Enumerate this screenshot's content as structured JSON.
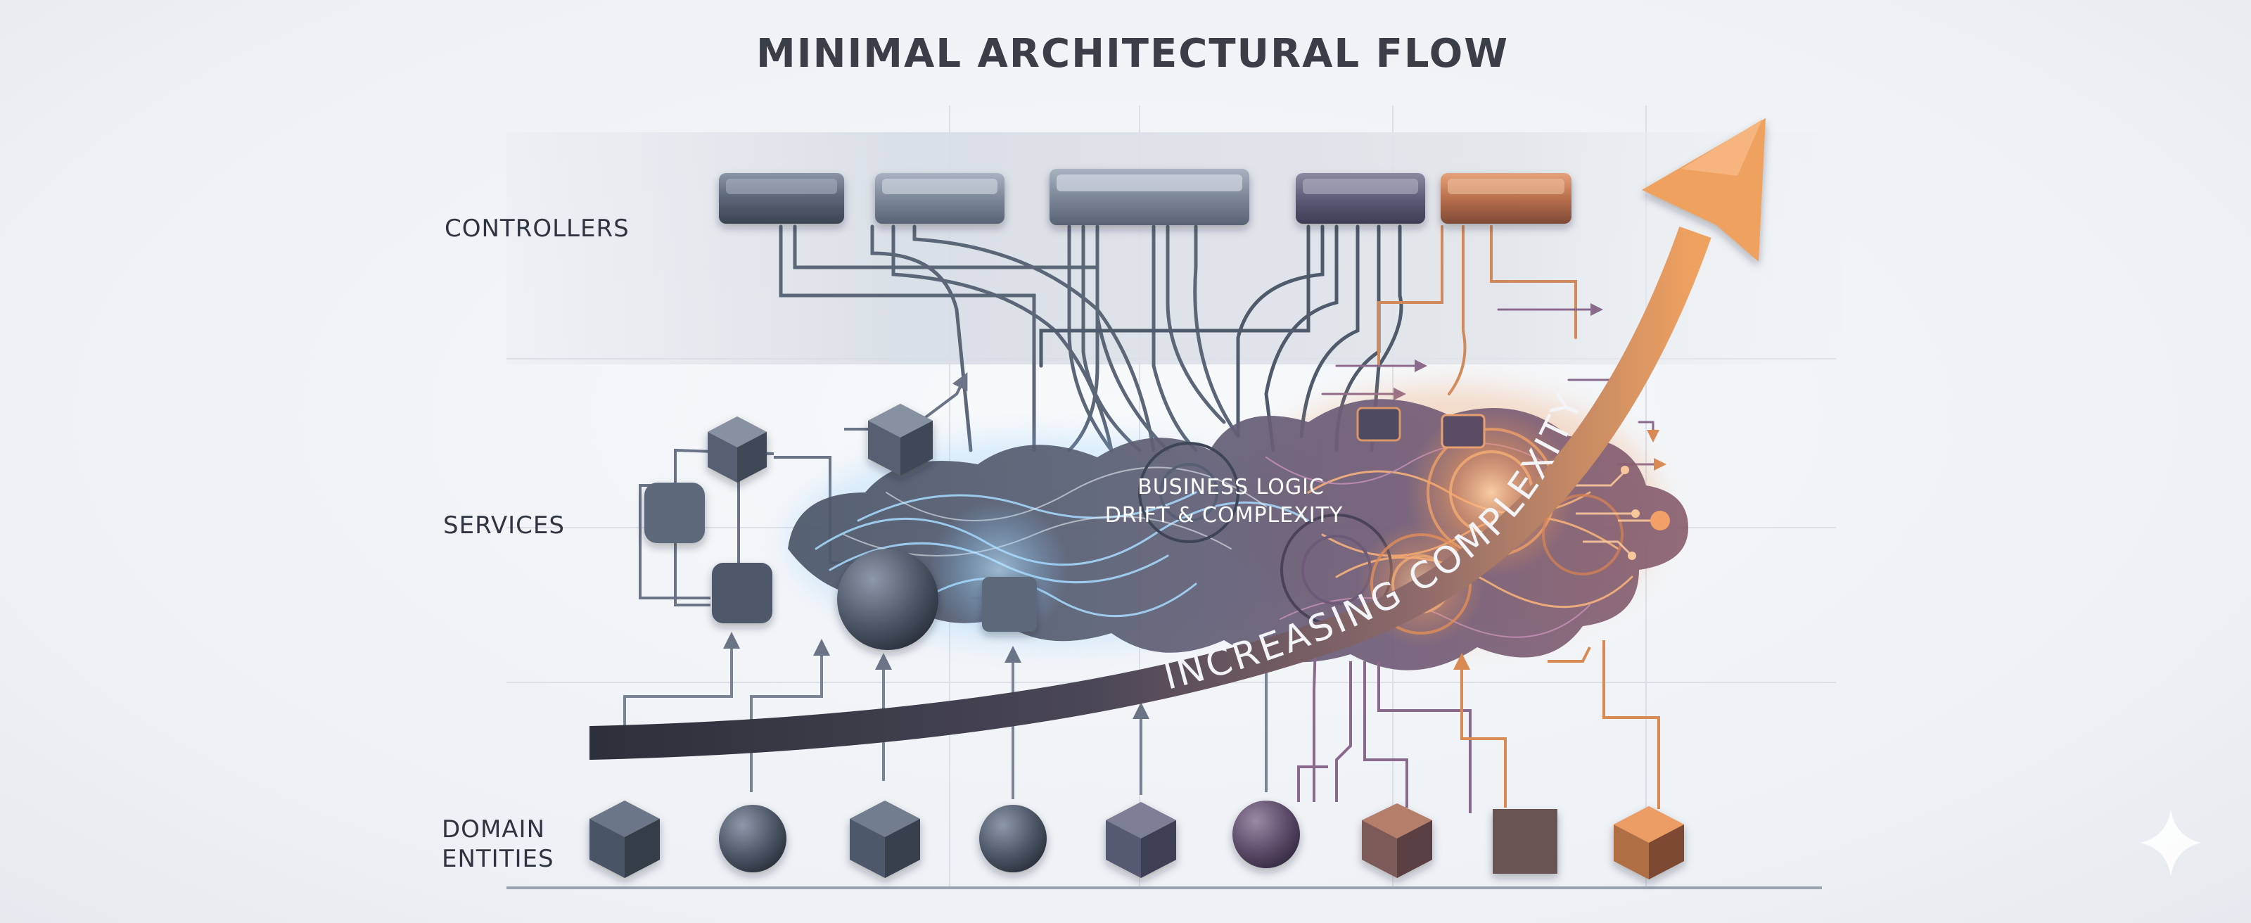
{
  "title": "MINIMAL ARCHITECTURAL FLOW",
  "layers": {
    "controllers": "CONTROLLERS",
    "services": "SERVICES",
    "domain_line1": "DOMAIN",
    "domain_line2": "ENTITIES"
  },
  "center_label": {
    "line1": "BUSINESS LOGIC",
    "line2": "DRIFT & COMPLEXITY"
  },
  "arrow_label": "INCREASING COMPLEXITY",
  "colors": {
    "slate": "#4e5767",
    "slate_dark": "#2f3540",
    "blue_glow": "#7fc7ff",
    "orange": "#e8955a",
    "purple": "#7b5c8c"
  },
  "icons": {
    "watermark": "sparkle-icon"
  }
}
